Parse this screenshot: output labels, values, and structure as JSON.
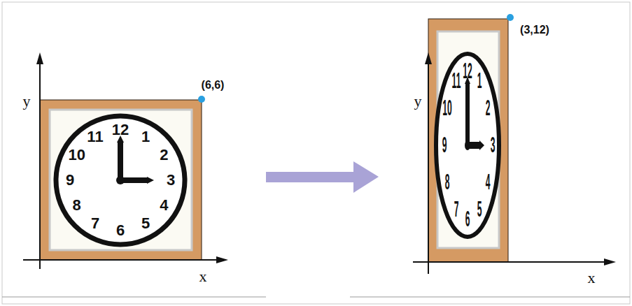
{
  "diagram": {
    "labels": [
      "y",
      "(6,6)",
      "x",
      "12",
      "1",
      "2",
      "3",
      "4",
      "5",
      "6",
      "7",
      "8",
      "9",
      "10",
      "11",
      "(3,12)",
      "y",
      "x",
      "12",
      "1",
      "2",
      "3",
      "4",
      "5",
      "6",
      "7",
      "8",
      "9",
      "10",
      "11"
    ]
  }
}
